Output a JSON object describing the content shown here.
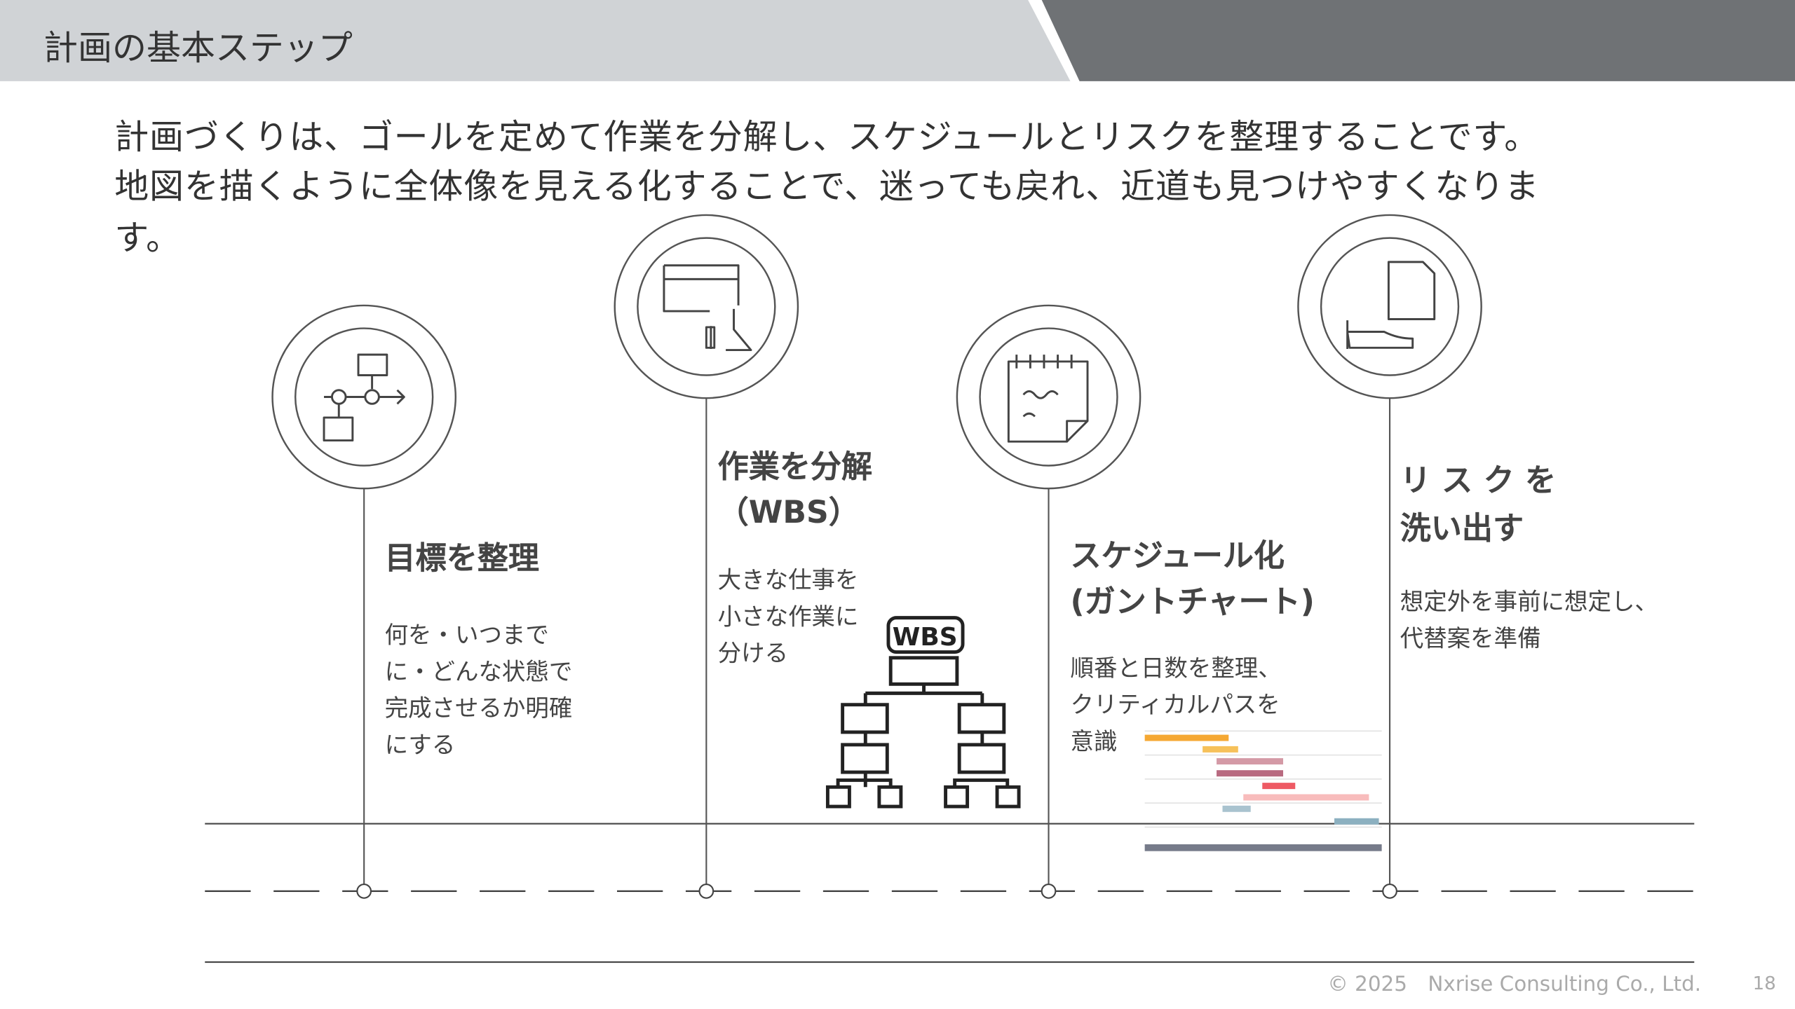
{
  "header": {
    "title": "計画の基本ステップ",
    "colors": {
      "light": "#d0d3d6",
      "dark": "#6f7275"
    }
  },
  "intro": {
    "lines": [
      "計画づくりは、ゴールを定めて作業を分解し、スケジュールとリスクを整理することです。",
      "地図を描くように全体像を見える化することで、迷っても戻れ、近道も見つけやすくなりま",
      "す。"
    ]
  },
  "steps": [
    {
      "icon": "flowchart-icon",
      "title": [
        "目標を整理"
      ],
      "desc": [
        "何を・いつまで",
        "に・どんな状態で",
        "完成させるか明確",
        "にする"
      ]
    },
    {
      "icon": "browser-flask-icon",
      "title": [
        "作業を分解",
        "（WBS）"
      ],
      "desc": [
        "大きな仕事を",
        "小さな作業に",
        "分ける"
      ]
    },
    {
      "icon": "notepad-icon",
      "title": [
        "スケジュール化",
        "(ガントチャート)"
      ],
      "desc": [
        "順番と日数を整理、",
        "クリティカルパスを",
        "意識"
      ]
    },
    {
      "icon": "document-hand-icon",
      "title": [
        "リ ス ク を",
        "洗い出す"
      ],
      "desc": [
        "想定外を事前に想定し、",
        "代替案を準備"
      ]
    }
  ],
  "wbs": {
    "label": "WBS"
  },
  "chart_data": {
    "type": "bar",
    "orientation": "gantt",
    "xlim": [
      0,
      100
    ],
    "bars": [
      {
        "start": 0,
        "end": 35.4,
        "color": "#f5a833"
      },
      {
        "start": 24.4,
        "end": 39.4,
        "color": "#f6c15a"
      },
      {
        "start": 30.3,
        "end": 58.4,
        "color": "#d49aa6"
      },
      {
        "start": 30.3,
        "end": 58.4,
        "color": "#b86a80"
      },
      {
        "start": 49.6,
        "end": 63.5,
        "color": "#ee5a64"
      },
      {
        "start": 41.6,
        "end": 94.6,
        "color": "#f8bcbc"
      },
      {
        "start": 32.8,
        "end": 44.7,
        "color": "#a9c3cf"
      },
      {
        "start": 80,
        "end": 98.8,
        "color": "#8cb0c0"
      },
      {
        "start": 0,
        "end": 100,
        "color": "#767b8a"
      }
    ]
  },
  "footer": {
    "copyright": "© 2025　Nxrise Consulting Co., Ltd.",
    "page": "18"
  }
}
